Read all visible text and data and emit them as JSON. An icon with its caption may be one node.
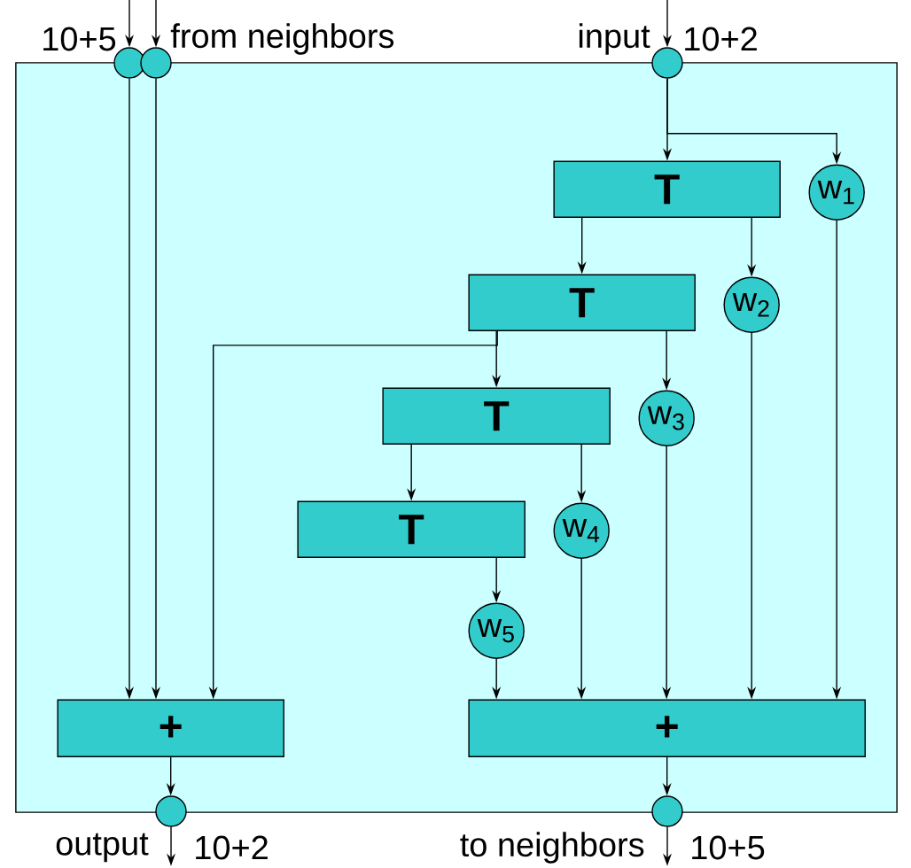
{
  "diagram": {
    "nodes": [
      {
        "text": [],
        "shape": "box"
      },
      {
        "text": [],
        "shape": "circle"
      },
      {
        "text": [],
        "shape": "circle"
      },
      {
        "text": [],
        "shape": "circle"
      },
      {
        "text": [
          "T"
        ],
        "in": 0
      },
      {
        "text": [
          "w$_{1}$"
        ],
        "in": 0
      },
      {
        "text": [
          "T"
        ],
        "in": 0
      },
      {
        "text": [
          "w$_{2}$"
        ],
        "in": 0
      },
      {
        "text": [
          "T"
        ],
        "in": 0
      },
      {
        "text": [
          "w$_{3}$"
        ],
        "in": 0
      },
      {
        "text": [
          "T"
        ],
        "in": 0
      },
      {
        "text": [
          "w$_{4}$"
        ],
        "in": 0
      },
      {
        "text": [
          "w$_{5}$"
        ],
        "in": 0
      },
      {
        "text": [
          "+"
        ],
        "in": 0
      },
      {
        "text": [
          "+"
        ],
        "in": 0
      },
      {
        "text": [],
        "shape": "circle"
      },
      {
        "text": [],
        "shape": "circle"
      }
    ],
    "edges": [
      {
        "from": null,
        "to": 1,
        "arrow": "to"
      },
      {
        "from": null,
        "to": 2,
        "arrow": "to"
      },
      {
        "from": null,
        "to": 3,
        "arrow": "to"
      },
      {
        "from": 1,
        "to": 13,
        "arrow": "to"
      },
      {
        "from": 2,
        "to": 13,
        "arrow": "to"
      },
      {
        "from": 3,
        "to": 4,
        "arrow": "to"
      },
      {
        "from": 3,
        "to": 5,
        "arrow": "to"
      },
      {
        "from": 4,
        "to": 6,
        "arrow": "to"
      },
      {
        "from": 4,
        "to": 7,
        "arrow": "to"
      },
      {
        "from": 6,
        "to": 8,
        "arrow": "to"
      },
      {
        "from": 6,
        "to": 9,
        "arrow": "to"
      },
      {
        "from": 6,
        "to": 13,
        "arrow": "to"
      },
      {
        "from": 8,
        "to": 10,
        "arrow": "to"
      },
      {
        "from": 8,
        "to": 11,
        "arrow": "to"
      },
      {
        "from": 10,
        "to": 12,
        "arrow": "to"
      },
      {
        "from": 12,
        "to": 14,
        "arrow": "to"
      },
      {
        "from": 11,
        "to": 14,
        "arrow": "to"
      },
      {
        "from": 9,
        "to": 14,
        "arrow": "to"
      },
      {
        "from": 7,
        "to": 14,
        "arrow": "to"
      },
      {
        "from": 5,
        "to": 14,
        "arrow": "to"
      },
      {
        "from": 13,
        "to": 15,
        "arrow": "to"
      },
      {
        "from": 14,
        "to": 16,
        "arrow": "to"
      },
      {
        "from": 15,
        "to": null,
        "arrow": "to"
      },
      {
        "from": 16,
        "to": null,
        "arrow": "to"
      }
    ],
    "labels": [
      "10+5",
      "from neighbors",
      "input",
      "10+2",
      "output",
      "10+2",
      "to neighbors",
      "10+5"
    ]
  }
}
